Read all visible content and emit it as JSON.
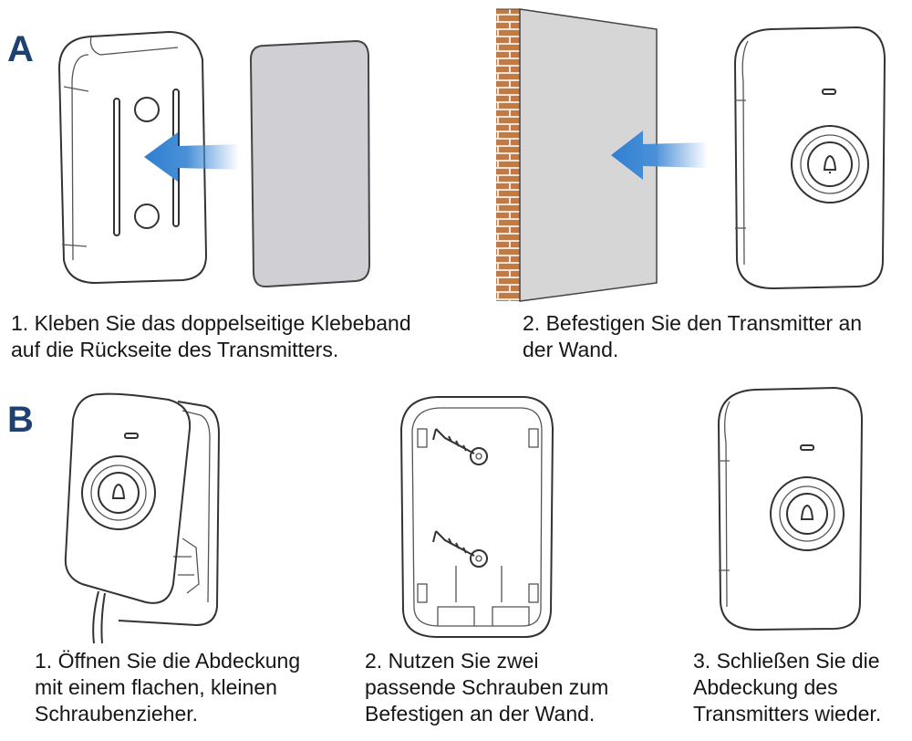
{
  "sections": [
    {
      "label": "A",
      "steps": [
        {
          "caption": "1. Kleben Sie das doppelseitige Klebeband\nauf die Rückseite des Transmitters."
        },
        {
          "caption": "2. Befestigen Sie den Transmitter an\nder Wand."
        }
      ]
    },
    {
      "label": "B",
      "steps": [
        {
          "caption": "1. Öffnen Sie die Abdeckung\nmit einem flachen, kleinen\nSchraubenzieher."
        },
        {
          "caption": "2. Nutzen Sie zwei\npassende Schrauben zum\nBefestigen an der Wand."
        },
        {
          "caption": "3. Schließen Sie die\nAbdeckung des\nTransmitters wieder."
        }
      ]
    }
  ],
  "colors": {
    "accent": "#1d4170",
    "arrow": "#2f7fd0",
    "brick": "#c27a45",
    "wall": "#d6d6d6"
  }
}
